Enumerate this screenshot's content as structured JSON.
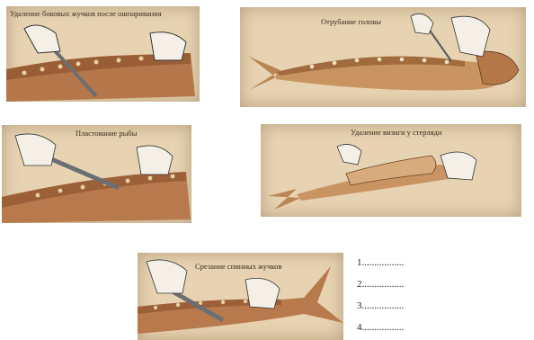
{
  "panels": [
    {
      "caption": "Удаление боковых жучков после ошпаривания"
    },
    {
      "caption": "Отрубание головы"
    },
    {
      "caption": "Пластование рыбы"
    },
    {
      "caption": "Удаление визиги у стерляди"
    },
    {
      "caption": "Срезание спинных жучков"
    }
  ],
  "blanks": [
    "1.................",
    "2.................",
    "3.................",
    "4................."
  ]
}
